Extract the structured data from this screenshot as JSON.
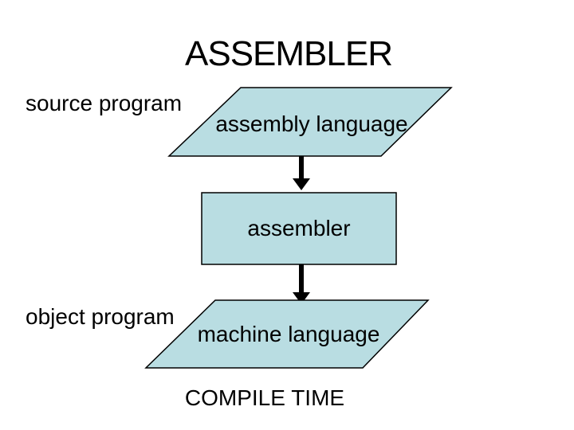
{
  "slide": {
    "title": "ASSEMBLER",
    "side_labels": {
      "source": "source program",
      "object": "object program"
    },
    "nodes": {
      "input": "assembly language",
      "process": "assembler",
      "output": "machine language"
    },
    "footer": "COMPILE TIME",
    "colors": {
      "shape_fill": "#b9dde2",
      "shape_border": "#000000",
      "arrow": "#000000",
      "text": "#000000",
      "background": "#ffffff"
    }
  }
}
